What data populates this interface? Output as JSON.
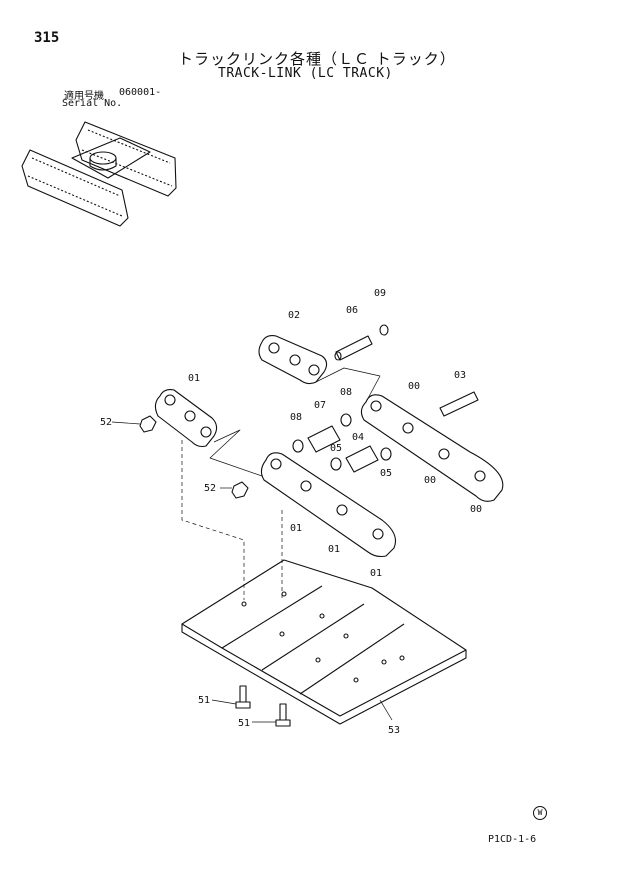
{
  "header": {
    "page_number": "315",
    "title_jp": "トラックリンク各種（ＬＣ トラック）",
    "title_en": "TRACK-LINK (LC TRACK)",
    "serial_label_jp": "適用号機",
    "serial_value": "060001-",
    "serial_label_en": "Serial No."
  },
  "callouts": {
    "c02": "02",
    "c06": "06",
    "c09": "09",
    "c01a": "01",
    "c52a": "52",
    "c08a": "08",
    "c07": "07",
    "c08b": "08",
    "c00a": "00",
    "c03": "03",
    "c05a": "05",
    "c04": "04",
    "c05b": "05",
    "c00b": "00",
    "c00c": "00",
    "c52b": "52",
    "c01b": "01",
    "c01c": "01",
    "c01d": "01",
    "c51a": "51",
    "c51b": "51",
    "c53": "53"
  },
  "footer": {
    "maker_mark": "W",
    "reference_code": "P1CD-1-6"
  }
}
